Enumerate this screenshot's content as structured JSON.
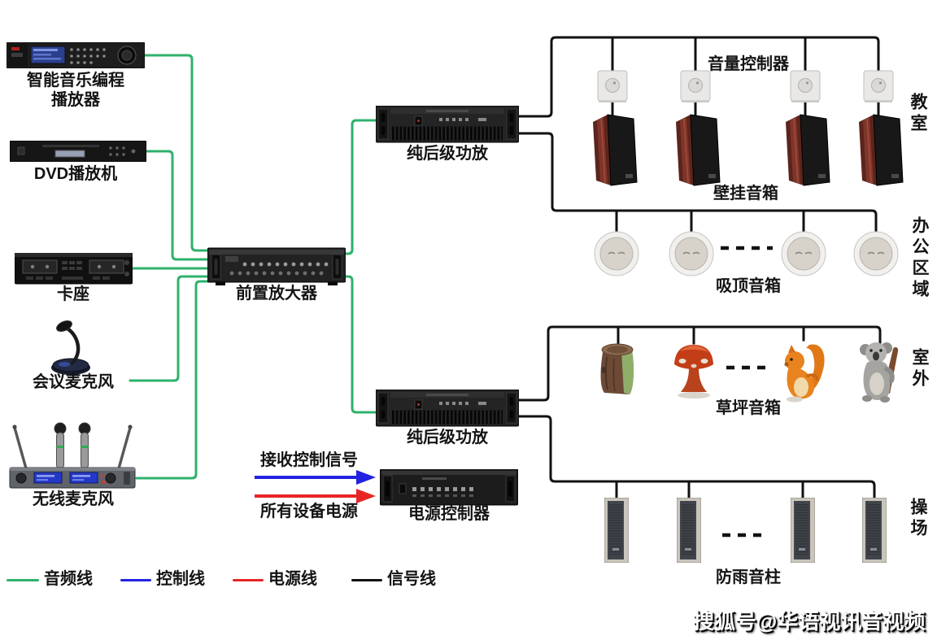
{
  "sources": {
    "music_player_line1": "智能音乐编程",
    "music_player_line2": "播放器",
    "dvd_player": "DVD播放机",
    "cassette_deck": "卡座",
    "conference_mic": "会议麦克风",
    "wireless_mic": "无线麦克风"
  },
  "center": {
    "preamplifier": "前置放大器",
    "power_amp_top": "纯后级功放",
    "power_amp_bottom": "纯后级功放",
    "power_controller": "电源控制器"
  },
  "arrows": {
    "control": "接收控制信号",
    "power": "所有设备电源"
  },
  "zones": {
    "classroom": {
      "name": "教室",
      "controller_label": "音量控制器",
      "speaker_label": "壁挂音箱"
    },
    "office": {
      "name": "办公区域",
      "speaker_label": "吸顶音箱"
    },
    "outdoor": {
      "name": "室外",
      "speaker_label": "草坪音箱"
    },
    "playground": {
      "name": "操场",
      "speaker_label": "防雨音柱"
    }
  },
  "legend": {
    "audio": "音频线",
    "control": "控制线",
    "power": "电源线",
    "signal": "信号线"
  },
  "watermark": "搜狐号@华语视讯音视频",
  "colors": {
    "audio_line": "#2fb16b",
    "control_line": "#2222e0",
    "power_line": "#e62626",
    "signal_line": "#111111"
  }
}
